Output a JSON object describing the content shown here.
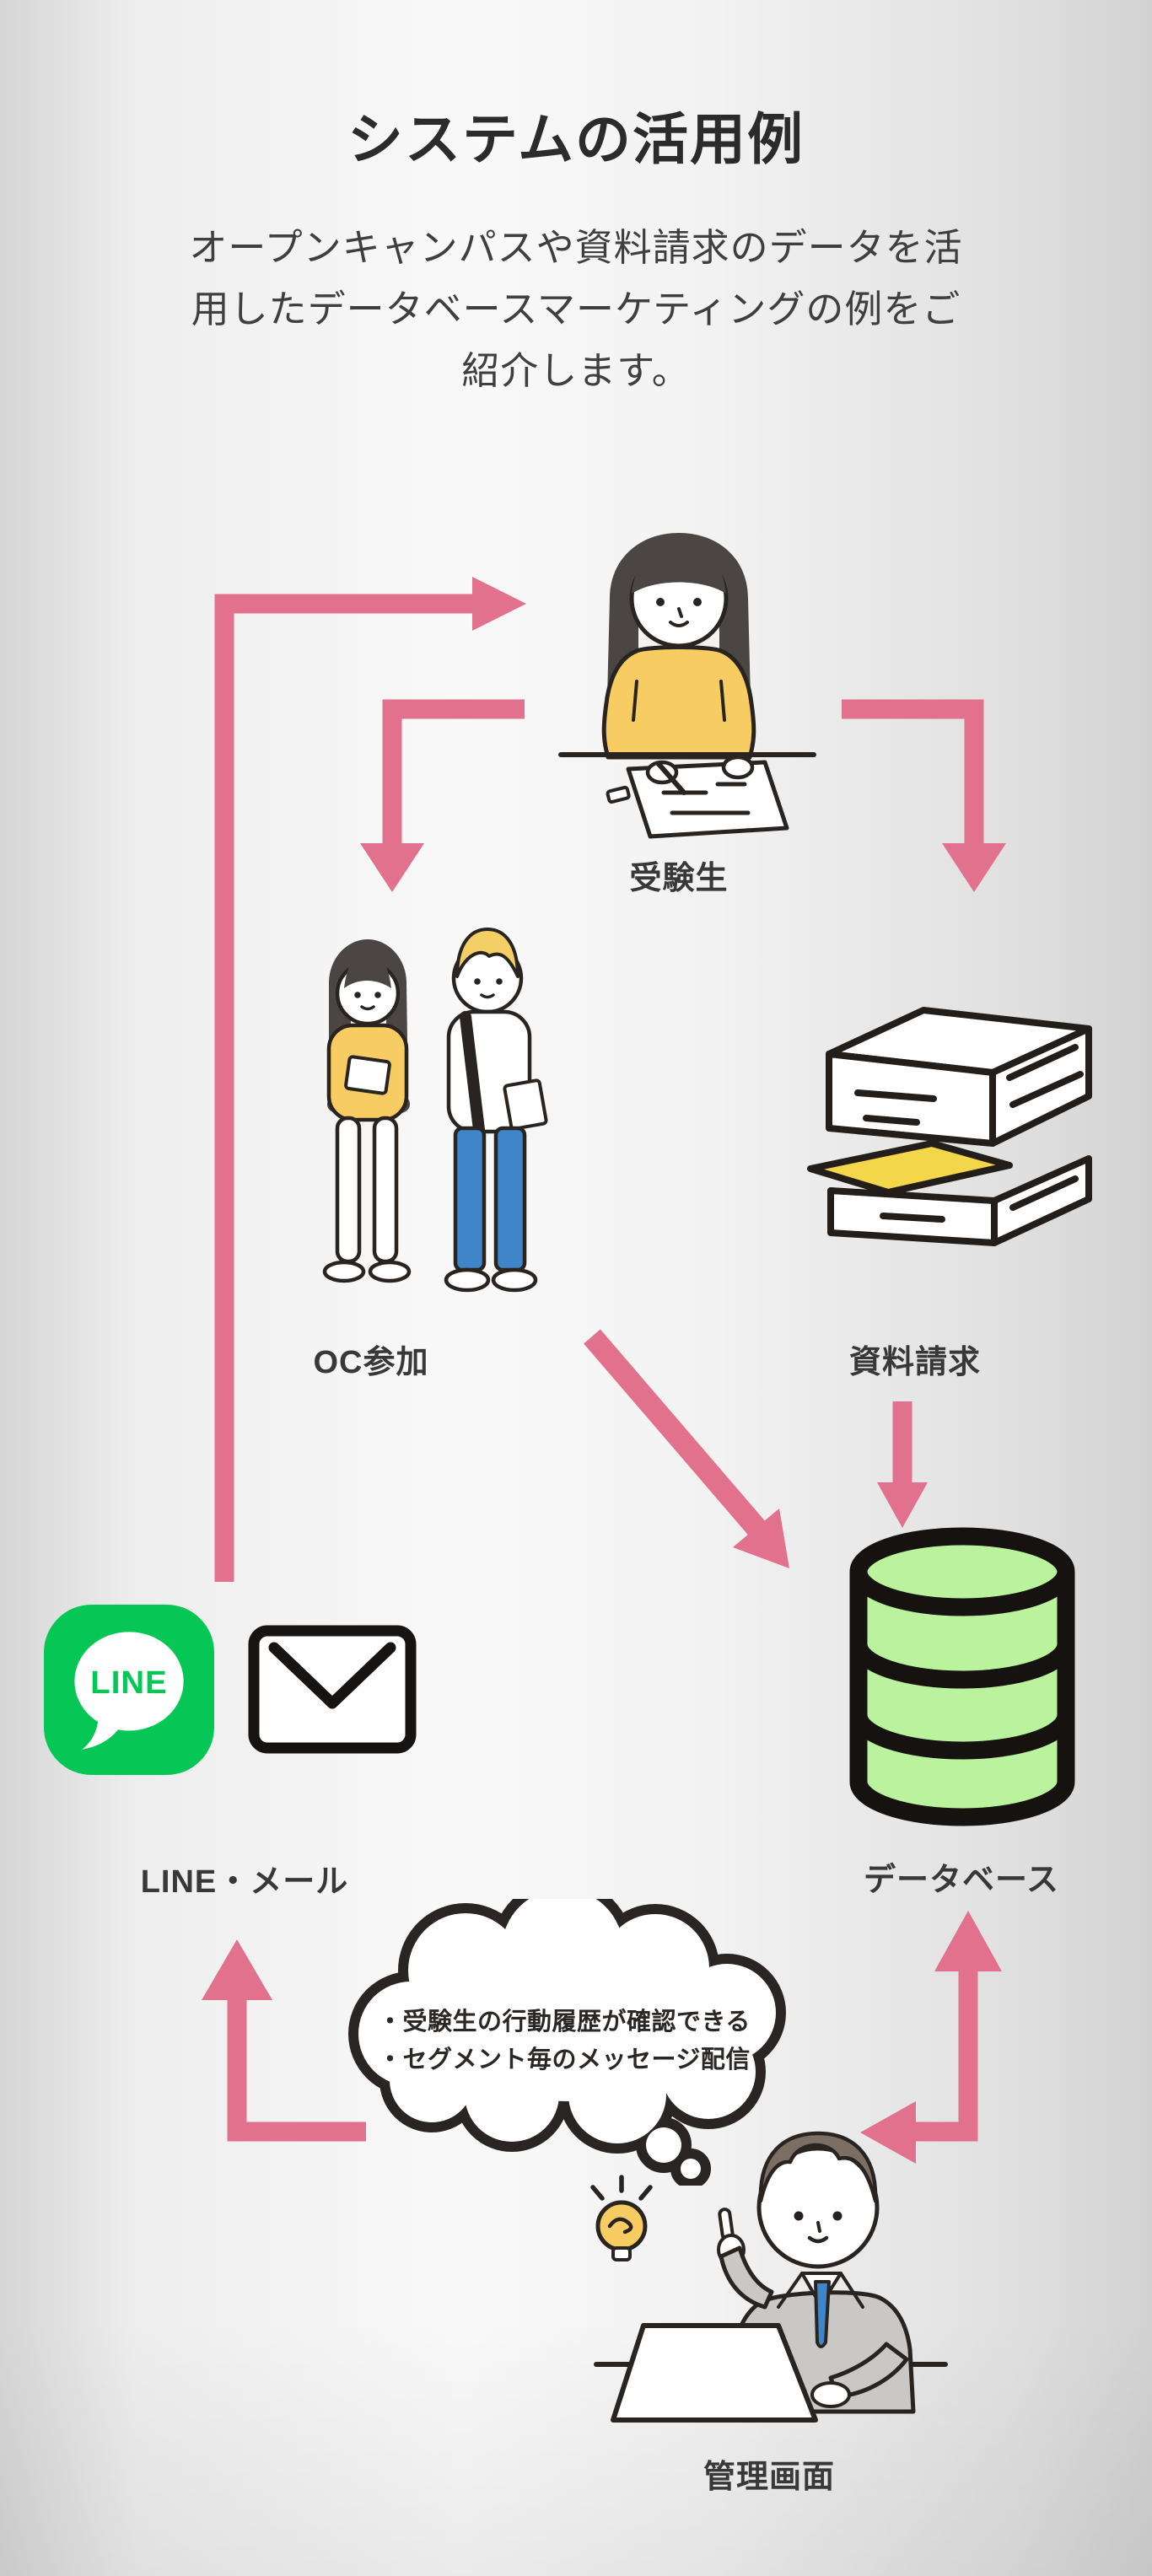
{
  "page": {
    "title": "システムの活用例",
    "subtitle": "オープンキャンパスや資料請求のデータを活用したデータベースマーケティングの例をご紹介します。"
  },
  "nodes": {
    "student": {
      "label": "受験生"
    },
    "open_campus": {
      "label": "OC参加"
    },
    "brochure_request": {
      "label": "資料請求"
    },
    "line_mail": {
      "label": "LINE・メール",
      "line_logo_text": "LINE"
    },
    "database": {
      "label": "データベース"
    },
    "admin": {
      "label": "管理画面"
    }
  },
  "speech_bubble": {
    "lines": [
      "・受験生の行動履歴が確認できる",
      "・セグメント毎のメッセージ配信"
    ]
  },
  "flow": [
    {
      "from": "LINE・メール",
      "to": "受験生"
    },
    {
      "from": "受験生",
      "to": "OC参加"
    },
    {
      "from": "受験生",
      "to": "資料請求"
    },
    {
      "from": "OC参加",
      "to": "データベース"
    },
    {
      "from": "資料請求",
      "to": "データベース"
    },
    {
      "from": "管理画面",
      "to": "LINE・メール"
    },
    {
      "from": "データベース",
      "to": "管理画面",
      "bidirectional": true
    }
  ],
  "colors": {
    "arrow_pink": "#e1718c",
    "line_brand_green": "#06C755",
    "database_green": "#baf29e",
    "outline_black": "#2a2421",
    "accent_yellow": "#f7cd63",
    "doc_yellow": "#f4d64a",
    "jeans_blue": "#3e86c9",
    "suit_gray": "#cac8c6"
  }
}
